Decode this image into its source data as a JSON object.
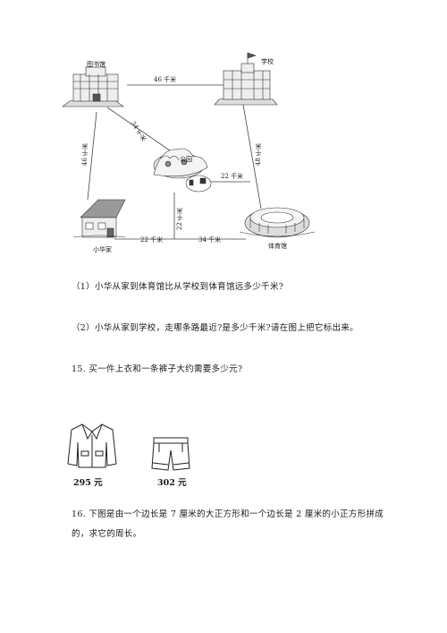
{
  "map": {
    "labels": {
      "library": "图书馆",
      "school": "学校",
      "park": "公园",
      "home": "小华家",
      "stadium": "体育馆"
    },
    "distances": {
      "library_school": "46 千米",
      "library_park": "34 千米",
      "library_home": "46 千米",
      "school_stadium": "48 千米",
      "park_right": "22 千米",
      "park_down": "22 千米",
      "home_junction": "22 千米",
      "junction_stadium": "34 千米"
    }
  },
  "questions": {
    "q1": "（1）小华从家到体育馆比从学校到体育馆远多少千米?",
    "q2": "（2）小华从家到学校，走哪条路最近?是多少千米?请在图上把它标出来。",
    "q15": "15. 买一件上衣和一条裤子大约需要多少元?",
    "q16_line1": "16. 下图是由一个边长是 7 厘米的大正方形和一个边长是 2 厘米的小正方形拼成",
    "q16_line2": "的，求它的周长。"
  },
  "prices": {
    "jacket": "295 元",
    "shorts": "302 元"
  }
}
